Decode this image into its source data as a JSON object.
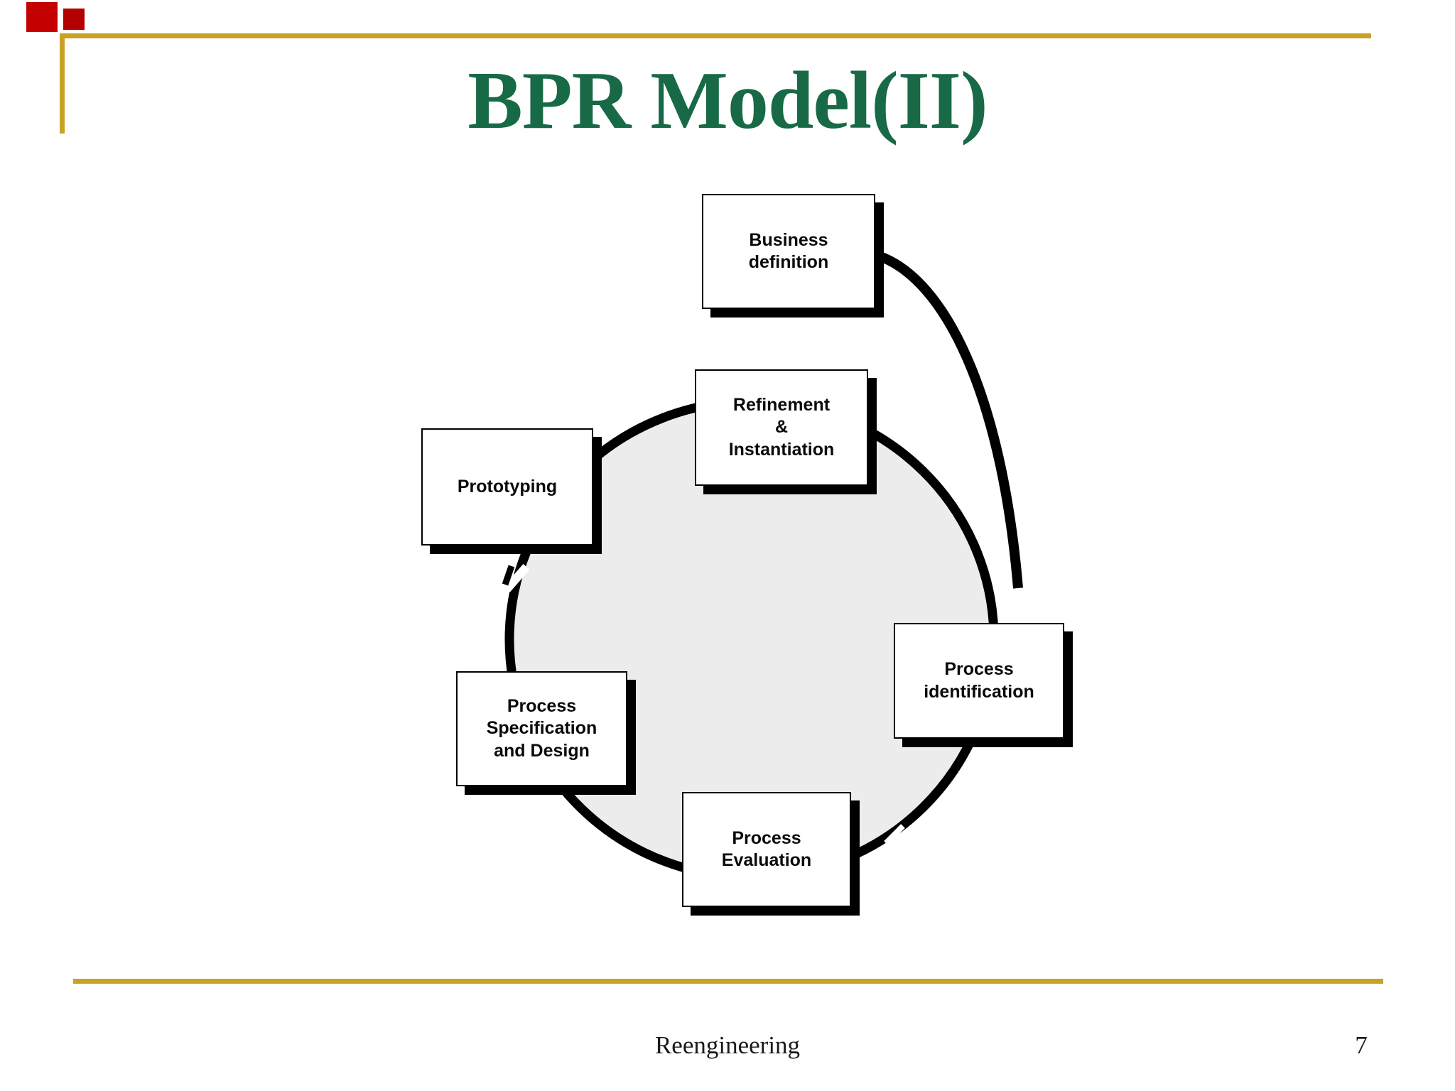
{
  "slide": {
    "title": "BPR Model(II)",
    "footer_text": "Reengineering",
    "page_number": "7"
  },
  "diagram": {
    "description": "BPR cycle diagram: six process boxes arranged around a gray circle, with a curved connector from Business definition to Process identification",
    "cycle_nodes": [
      {
        "id": "business-definition",
        "label": "Business\ndefinition"
      },
      {
        "id": "refinement-instantiation",
        "label": "Refinement\n&\nInstantiation"
      },
      {
        "id": "prototyping",
        "label": "Prototyping"
      },
      {
        "id": "process-identification",
        "label": "Process\nidentification"
      },
      {
        "id": "process-specification-design",
        "label": "Process\nSpecification\nand Design"
      },
      {
        "id": "process-evaluation",
        "label": "Process\nEvaluation"
      }
    ]
  },
  "colors": {
    "title_green": "#186a47",
    "gold_rule": "#c8a227",
    "red_accent": "#c40000",
    "circle_fill": "#ececec",
    "ink": "#000000"
  }
}
